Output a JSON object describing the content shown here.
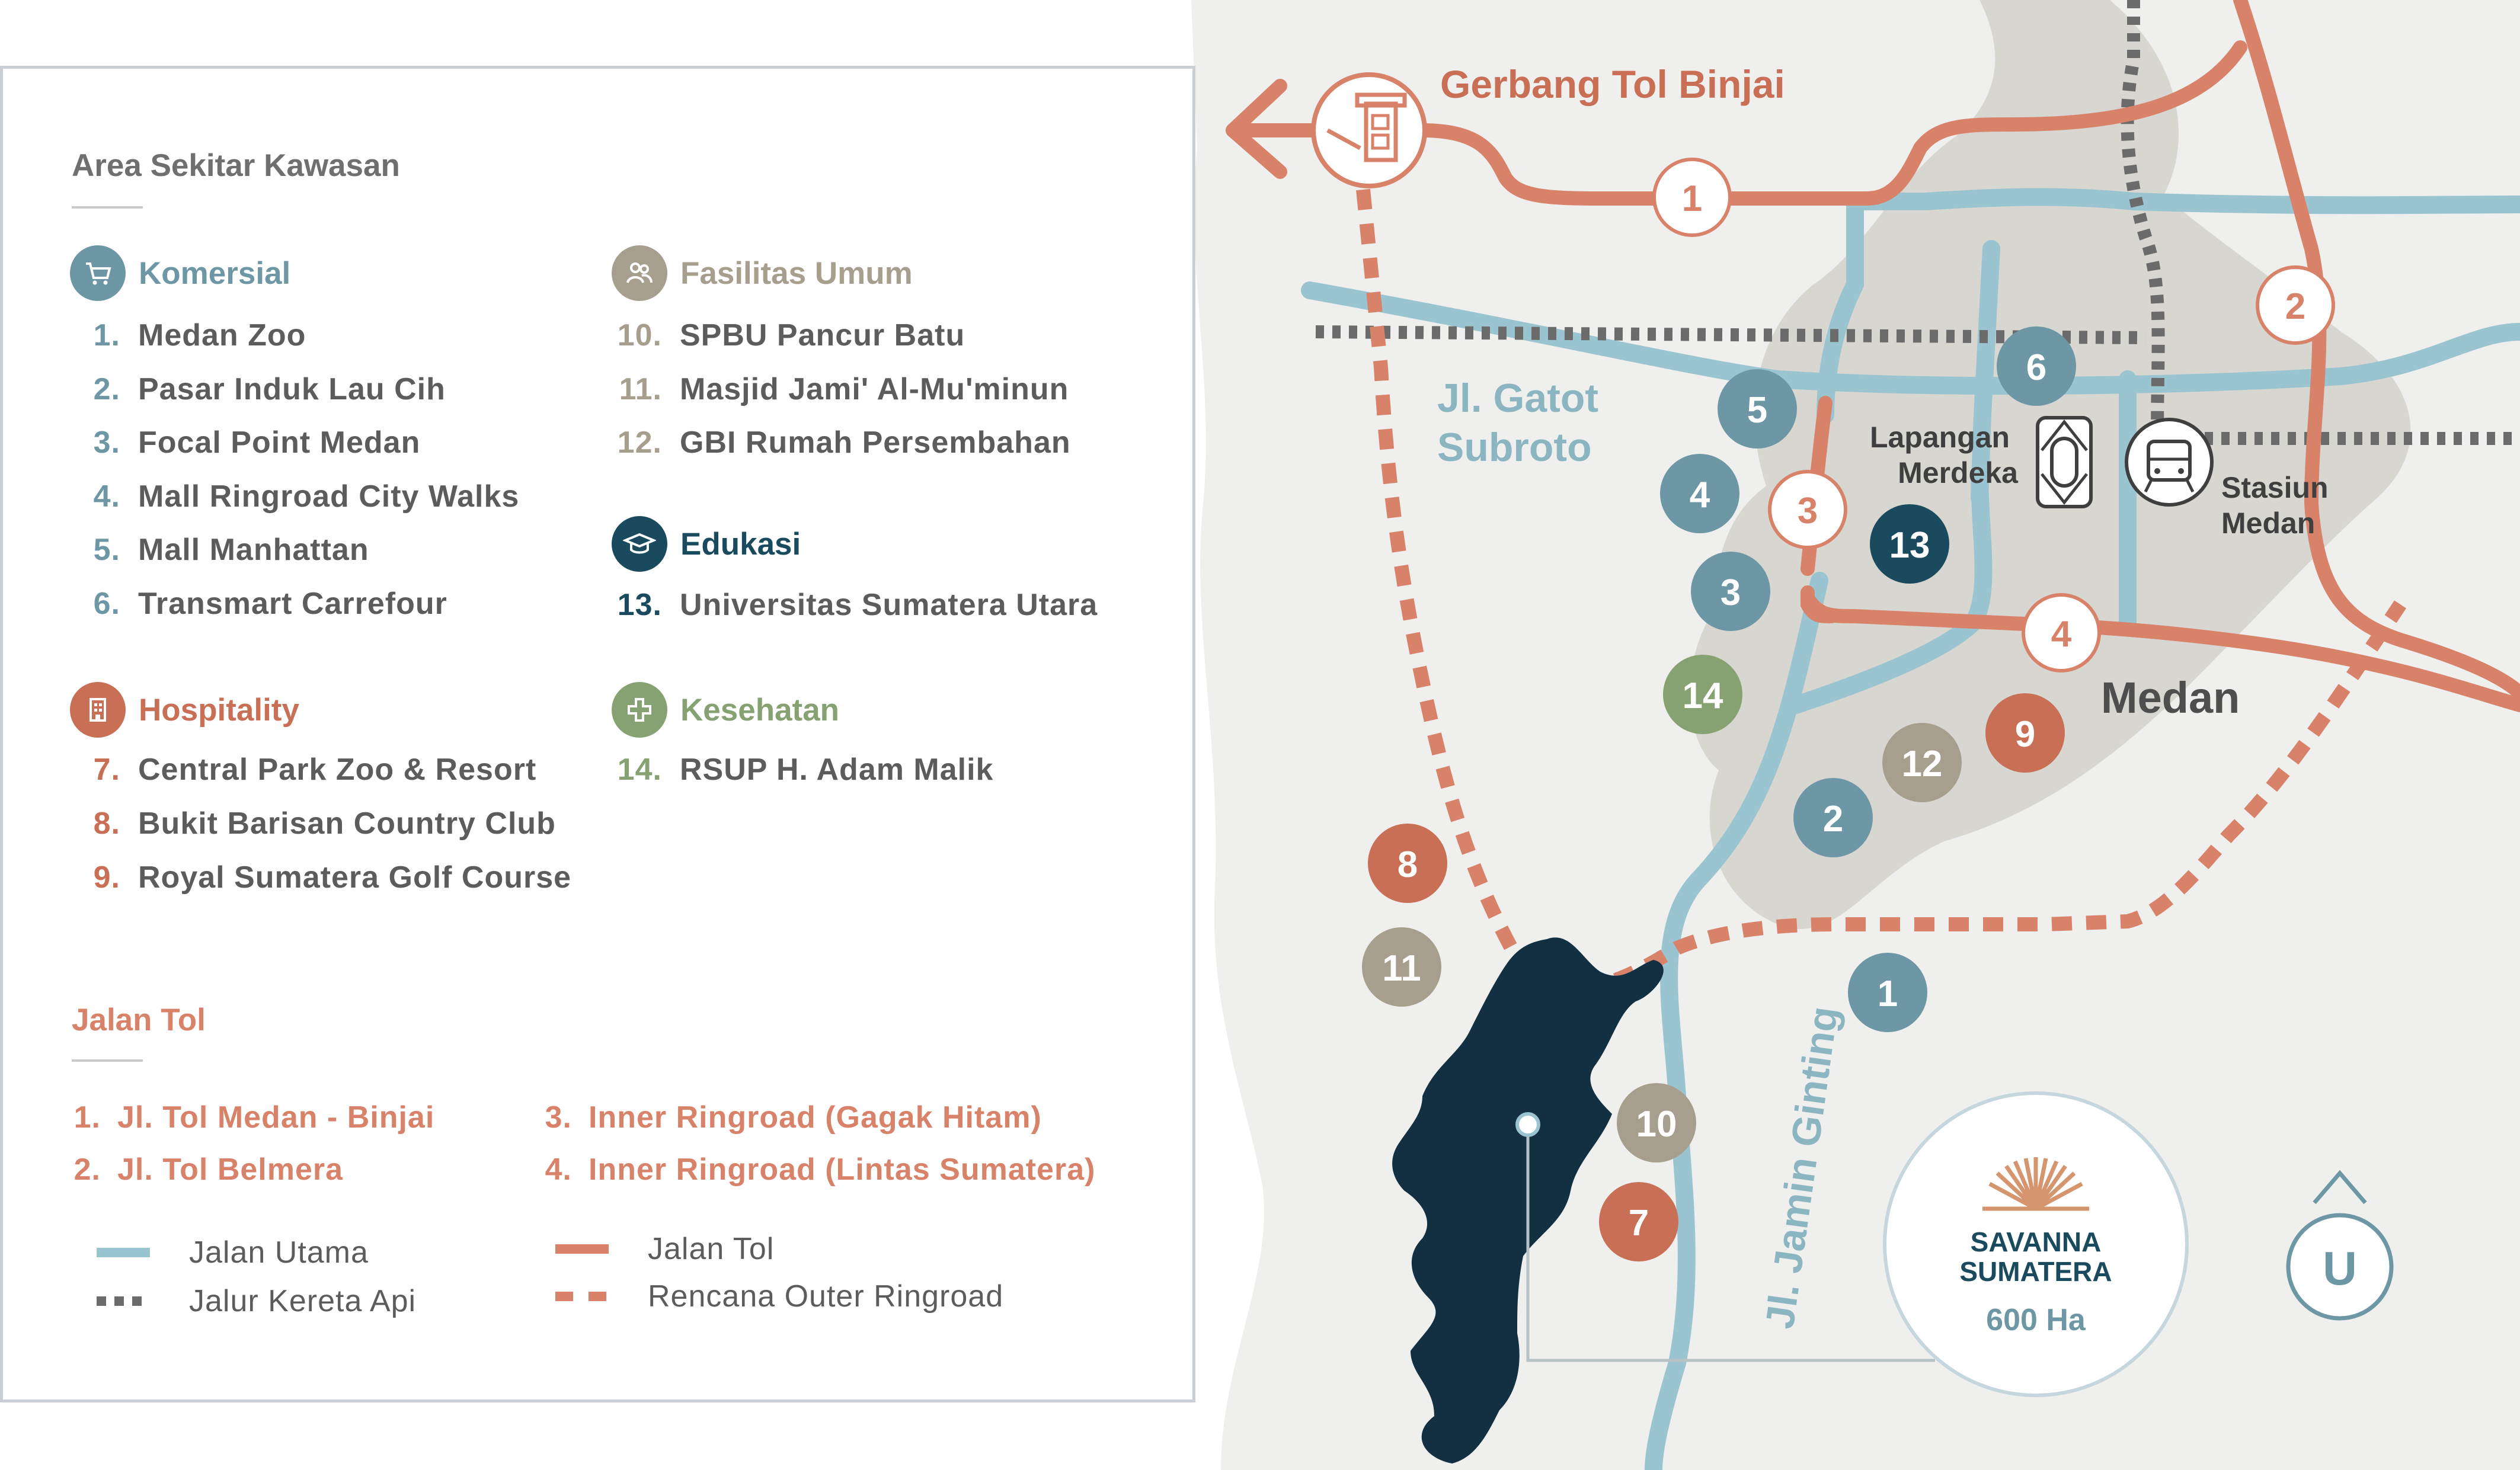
{
  "colors": {
    "komersial": "#6e97a6",
    "fasilitas_umum": "#a79f8d",
    "edukasi": "#1a4a5e",
    "hospitality": "#c86f55",
    "kesehatan": "#86a272",
    "toll": "#d9826a",
    "main_road": "#9ac4cf",
    "rail": "#6b6b6b",
    "site": "#133042"
  },
  "legend": {
    "heading": "Area Sekitar Kawasan",
    "categories": {
      "komersial": {
        "title": "Komersial",
        "icon": "shopping-cart-icon",
        "items": [
          {
            "num": "1.",
            "name": "Medan Zoo"
          },
          {
            "num": "2.",
            "name": "Pasar Induk Lau Cih"
          },
          {
            "num": "3.",
            "name": "Focal Point Medan"
          },
          {
            "num": "4.",
            "name": "Mall Ringroad City Walks"
          },
          {
            "num": "5.",
            "name": "Mall Manhattan"
          },
          {
            "num": "6.",
            "name": "Transmart Carrefour"
          }
        ]
      },
      "fasilitas_umum": {
        "title": "Fasilitas Umum",
        "icon": "people-icon",
        "items": [
          {
            "num": "10.",
            "name": "SPBU Pancur Batu"
          },
          {
            "num": "11.",
            "name": "Masjid Jami' Al-Mu'minun"
          },
          {
            "num": "12.",
            "name": "GBI Rumah Persembahan"
          }
        ]
      },
      "edukasi": {
        "title": "Edukasi",
        "icon": "graduation-cap-icon",
        "items": [
          {
            "num": "13.",
            "name": "Universitas Sumatera Utara"
          }
        ]
      },
      "hospitality": {
        "title": "Hospitality",
        "icon": "hotel-building-icon",
        "items": [
          {
            "num": "7.",
            "name": "Central Park Zoo & Resort"
          },
          {
            "num": "8.",
            "name": "Bukit Barisan Country Club"
          },
          {
            "num": "9.",
            "name": "Royal Sumatera Golf Course"
          }
        ]
      },
      "kesehatan": {
        "title": "Kesehatan",
        "icon": "medical-cross-icon",
        "items": [
          {
            "num": "14.",
            "name": "RSUP H. Adam Malik"
          }
        ]
      }
    },
    "toll_heading": "Jalan Tol",
    "toll_items": [
      {
        "num": "1.",
        "name": "Jl. Tol Medan - Binjai"
      },
      {
        "num": "2.",
        "name": "Jl. Tol Belmera"
      },
      {
        "num": "3.",
        "name": "Inner Ringroad (Gagak Hitam)"
      },
      {
        "num": "4.",
        "name": "Inner Ringroad (Lintas Sumatera)"
      }
    ],
    "keys": {
      "main_road": "Jalan Utama",
      "rail": "Jalur Kereta Api",
      "toll": "Jalan Tol",
      "outer_ring": "Rencana Outer Ringroad"
    }
  },
  "map": {
    "toll_gate_label": "Gerbang Tol Binjai",
    "gatot_subroto_line1": "Jl. Gatot",
    "gatot_subroto_line2": "Subroto",
    "jamin_ginting": "Jl. Jamin Ginting",
    "lapangan_line1": "Lapangan",
    "lapangan_line2": "Merdeka",
    "stasiun_line1": "Stasiun",
    "stasiun_line2": "Medan",
    "city": "Medan",
    "toll_markers": [
      "1",
      "2",
      "3",
      "4"
    ],
    "poi_markers": [
      "1",
      "2",
      "3",
      "4",
      "5",
      "6",
      "7",
      "8",
      "9",
      "10",
      "11",
      "12",
      "13",
      "14"
    ],
    "site_badge": {
      "line1": "SAVANNA",
      "line2": "SUMATERA",
      "area": "600 Ha"
    },
    "north": "U"
  }
}
